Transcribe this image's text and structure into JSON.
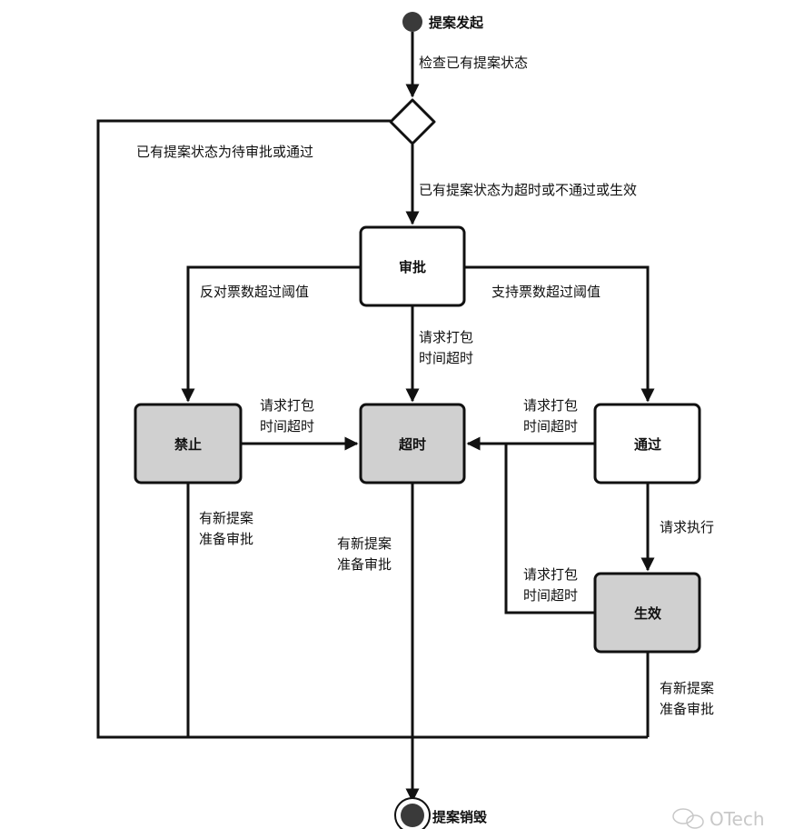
{
  "colors": {
    "line": "#111111",
    "state_fill_white": "#ffffff",
    "state_fill_gray": "#d0d0d0",
    "pseudo_fill": "#3a3a3a",
    "watermark": "#c8c8c8"
  },
  "start": {
    "label": "提案发起"
  },
  "end": {
    "label": "提案销毁"
  },
  "states": {
    "review": {
      "label": "审批"
    },
    "banned": {
      "label": "禁止"
    },
    "timeout": {
      "label": "超时"
    },
    "passed": {
      "label": "通过"
    },
    "effective": {
      "label": "生效"
    }
  },
  "transitions": {
    "check_existing": "检查已有提案状态",
    "existing_pending_or_passed": "已有提案状态为待审批或通过",
    "existing_timeout_or_rejected_or_effective": "已有提案状态为超时或不通过或生效",
    "against_over_threshold": "反对票数超过阈值",
    "support_over_threshold": "支持票数超过阈值",
    "review_pack_timeout": [
      "请求打包",
      "时间超时"
    ],
    "banned_pack_timeout": [
      "请求打包",
      "时间超时"
    ],
    "passed_pack_timeout": [
      "请求打包",
      "时间超时"
    ],
    "effective_pack_timeout": [
      "请求打包",
      "时间超时"
    ],
    "request_execute": "请求执行",
    "banned_new_proposal": [
      "有新提案",
      "准备审批"
    ],
    "timeout_new_proposal": [
      "有新提案",
      "准备审批"
    ],
    "effective_new_proposal": [
      "有新提案",
      "准备审批"
    ]
  },
  "watermark": {
    "text": "OTech",
    "icon": "wechat-icon"
  }
}
